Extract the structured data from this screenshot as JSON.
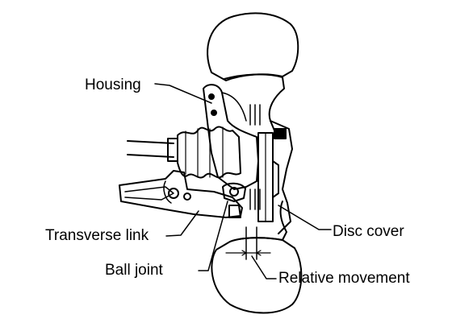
{
  "labels": {
    "housing": "Housing",
    "transverse_link": "Transverse link",
    "ball_joint": "Ball joint",
    "disc_cover": "Disc cover",
    "relative_movement": "Relative movement"
  },
  "colors": {
    "ink": "#000000",
    "background": "#ffffff"
  }
}
